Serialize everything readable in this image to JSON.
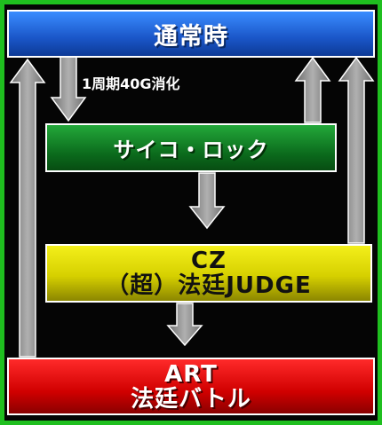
{
  "nodes": {
    "normal": "通常時",
    "psycho_lock": "サイコ・ロック",
    "cz_line1": "CZ",
    "cz_line2": "（超）法廷JUDGE",
    "art_line1": "ART",
    "art_line2": "法廷バトル"
  },
  "edges": {
    "normal_to_lock": "1周期40G消化"
  },
  "colors": {
    "frame": "#1fbf1f",
    "background": "#050505",
    "normal_box": "#1a56c8",
    "lock_box": "#0b6a1c",
    "cz_box": "#d6d000",
    "art_box": "#d00000",
    "arrow": "#8a8a8a"
  }
}
